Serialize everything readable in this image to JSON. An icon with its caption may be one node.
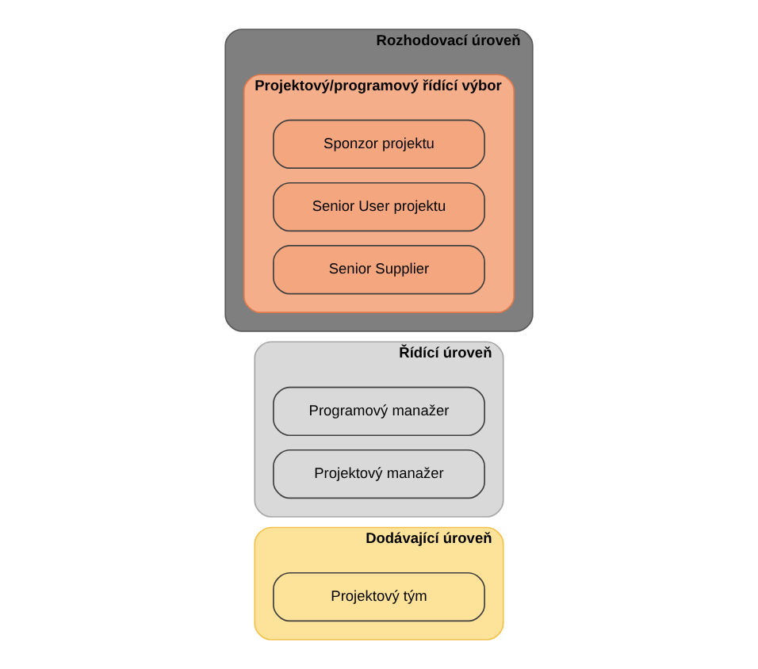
{
  "diagram": {
    "nodes": [
      {
        "text": [
          "Rozhodovací úroveň"
        ]
      },
      {
        "text": [
          "Projektový/programový řídící výbor"
        ],
        "in": 0
      },
      {
        "text": [
          "Sponzor projektu"
        ],
        "in": 1
      },
      {
        "text": [
          "Senior User projektu"
        ],
        "in": 1
      },
      {
        "text": [
          "Senior Supplier"
        ],
        "in": 1
      },
      {
        "text": [
          "Řídící úroveň"
        ]
      },
      {
        "text": [
          "Programový manažer"
        ],
        "in": 5
      },
      {
        "text": [
          "Projektový manažer"
        ],
        "in": 5
      },
      {
        "text": [
          "Dodávající úroveň"
        ]
      },
      {
        "text": [
          "Projektový tým"
        ],
        "in": 8
      }
    ]
  }
}
